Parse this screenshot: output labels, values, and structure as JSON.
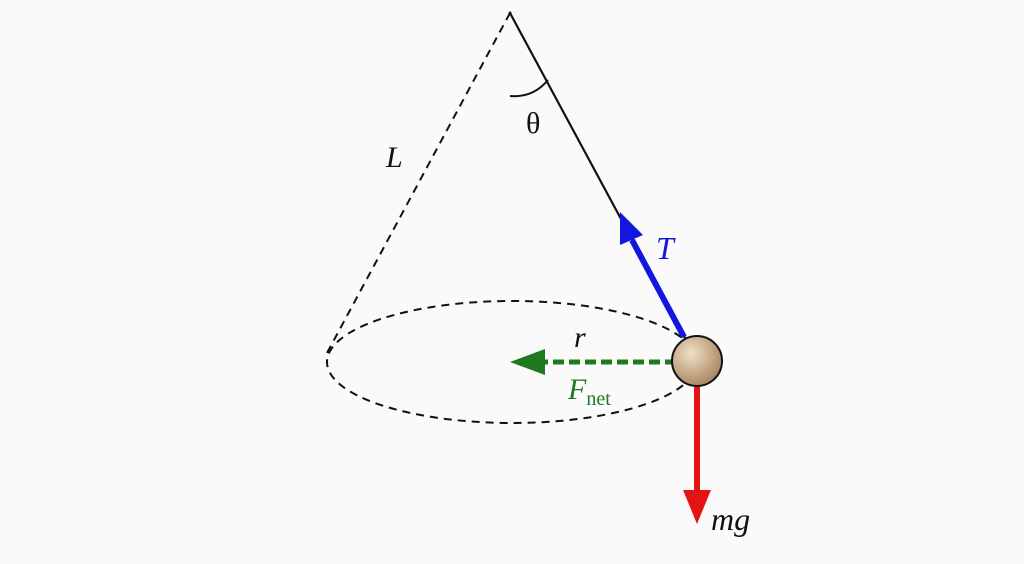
{
  "labels": {
    "theta": "θ",
    "length": "L",
    "radius": "r",
    "tension": "T",
    "net_force_main": "F",
    "net_force_sub": "net",
    "weight": "mg"
  },
  "colors": {
    "line": "#111111",
    "tension": "#1515e0",
    "net_force": "#1f7a1f",
    "weight": "#e51414",
    "bob_light": "#f1dfc8",
    "bob_dark": "#a5835c",
    "background": "#fafafa"
  }
}
